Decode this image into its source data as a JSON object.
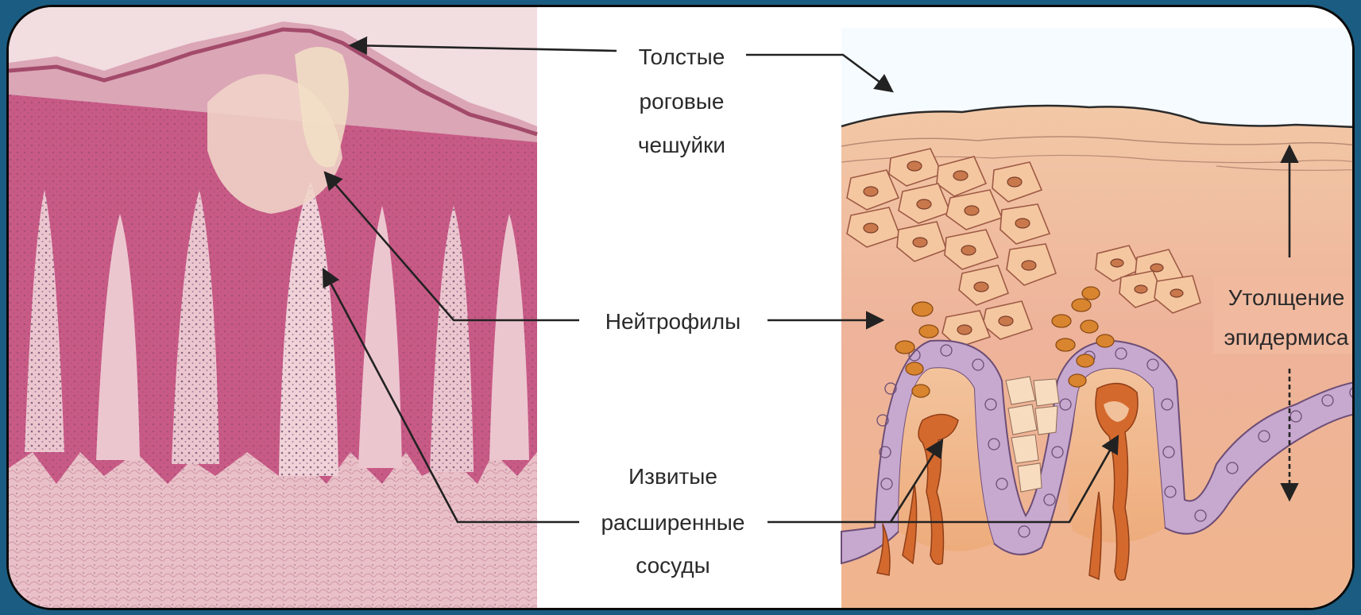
{
  "labels": {
    "thick_scales": [
      "Толстые",
      "роговые",
      "чешуйки"
    ],
    "neutrophils": "Нейтрофилы",
    "dilated_vessels": [
      "Извитые",
      "расширенные",
      "сосуды"
    ],
    "epidermal_thickening": [
      "Утолщение",
      "эпидермиса"
    ]
  },
  "colors": {
    "page_background": "#1b5d82",
    "frame_border": "#0a0a0a",
    "histology_pink": "#c85a86",
    "histology_light": "#e8b8c4",
    "diagram_skin": "#f1b58e",
    "diagram_stratum_corneum": "#f4c8a2",
    "cell_fill": "#f5c7a0",
    "vessel_orange": "#d4692e",
    "neutrophil_orange": "#d9852f",
    "basal_cell_purple": "#b99ac0"
  }
}
